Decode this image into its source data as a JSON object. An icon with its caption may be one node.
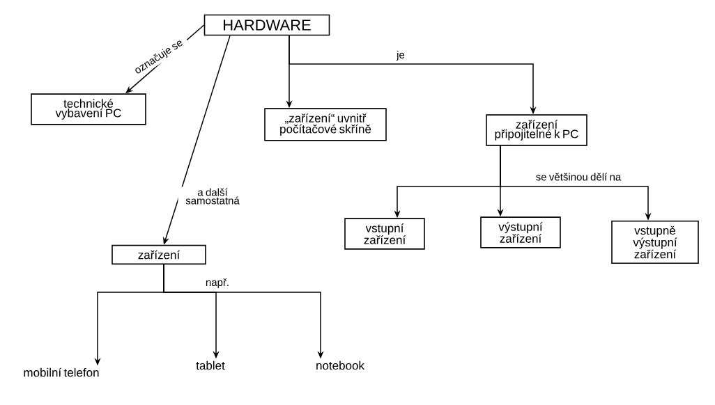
{
  "diagram": {
    "nodes": [
      {
        "text": [
          "HARDWARE"
        ]
      },
      {
        "text": [
          "technické vybavení PC"
        ]
      },
      {
        "text": [
          "„zařízení“ uvnitř počítačové skříně"
        ]
      },
      {
        "text": [
          "zařízení připojitelné k PC"
        ]
      },
      {
        "text": [
          "vstupní zařízení"
        ]
      },
      {
        "text": [
          "výstupní zařízení"
        ]
      },
      {
        "text": [
          "vstupně výstupní zařízení"
        ]
      },
      {
        "text": [
          "zařízení"
        ]
      },
      {
        "text": [
          "mobilní telefon"
        ]
      },
      {
        "text": [
          "tablet"
        ]
      },
      {
        "text": [
          "notebook"
        ]
      }
    ],
    "edges": [
      {
        "from": 0,
        "to": 1,
        "arrow": "to",
        "label": "označuje se"
      },
      {
        "from": 0,
        "to": 2,
        "arrow": "to"
      },
      {
        "from": 0,
        "to": 3,
        "arrow": "to",
        "label": "je"
      },
      {
        "from": 0,
        "to": 7,
        "arrow": "to",
        "label": "a další samostatná"
      },
      {
        "from": 3,
        "to": 4,
        "arrow": "to"
      },
      {
        "from": 3,
        "to": 5,
        "arrow": "to"
      },
      {
        "from": 3,
        "to": 6,
        "arrow": "to",
        "label": "se většinou dělí na"
      },
      {
        "from": 7,
        "to": 8,
        "arrow": "to"
      },
      {
        "from": 7,
        "to": 9,
        "arrow": "to",
        "label": "např."
      },
      {
        "from": 7,
        "to": 10,
        "arrow": "to"
      }
    ]
  }
}
